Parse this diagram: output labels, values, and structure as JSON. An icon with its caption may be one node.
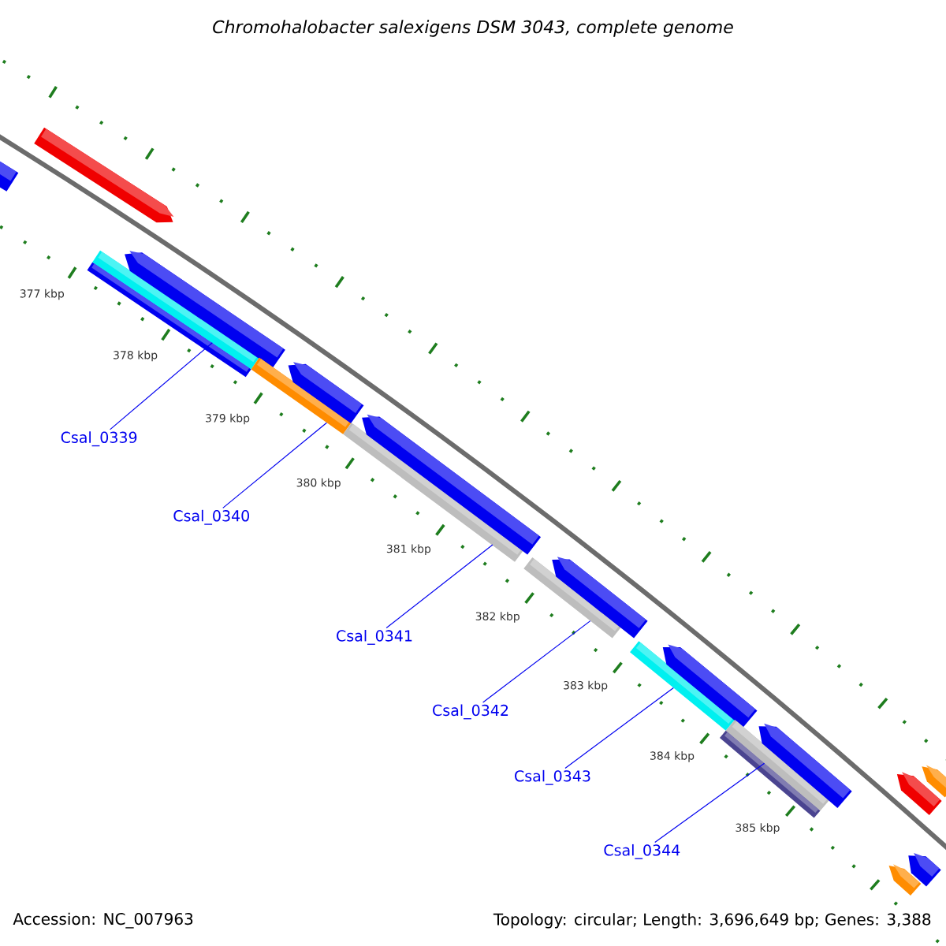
{
  "diagram": {
    "title": "Chromohalobacter salexigens DSM 3043, complete genome",
    "nodes": [
      {
        "text": [
          "Csal_0339"
        ]
      },
      {
        "text": [
          "Csal_0340"
        ]
      },
      {
        "text": [
          "Csal_0341"
        ]
      },
      {
        "text": [
          "Csal_0342"
        ]
      },
      {
        "text": [
          "Csal_0343"
        ]
      },
      {
        "text": [
          "Csal_0344"
        ]
      },
      {
        "text": [],
        "shape": "bar"
      },
      {
        "text": [],
        "shape": "bar"
      },
      {
        "text": [],
        "shape": "bar"
      },
      {
        "text": [],
        "shape": "bar"
      },
      {
        "text": [],
        "shape": "bar"
      },
      {
        "text": [],
        "shape": "bar"
      },
      {
        "text": [],
        "shape": "bar"
      },
      {
        "text": [],
        "shape": "bar"
      },
      {
        "text": [],
        "shape": "bar"
      },
      {
        "text": [],
        "shape": "bar"
      },
      {
        "text": [],
        "shape": "bar"
      },
      {
        "text": [],
        "shape": "bar"
      },
      {
        "text": [],
        "shape": "bar"
      },
      {
        "text": [],
        "shape": "bar"
      },
      {
        "text": [],
        "shape": "bar"
      },
      {
        "text": [],
        "shape": "bar"
      },
      {
        "text": [],
        "shape": "bar"
      },
      {
        "text": [],
        "shape": "bar"
      },
      {
        "text": [],
        "shape": "bar"
      },
      {
        "text": [],
        "shape": "bar"
      }
    ],
    "edges": [
      {
        "from": 0,
        "to": 8,
        "arrow": "none"
      },
      {
        "from": 1,
        "to": 11,
        "arrow": "none"
      },
      {
        "from": 2,
        "to": 13,
        "arrow": "none"
      },
      {
        "from": 3,
        "to": 15,
        "arrow": "none"
      },
      {
        "from": 4,
        "to": 17,
        "arrow": "none"
      },
      {
        "from": 5,
        "to": 19,
        "arrow": "none"
      }
    ],
    "labels": [
      "377 kbp",
      "378 kbp",
      "379 kbp",
      "380 kbp",
      "381 kbp",
      "382 kbp",
      "383 kbp",
      "384 kbp",
      "385 kbp",
      "Accession: NC_007963",
      "Topology: circular; Length: 3,696,649 bp; Genes: 3,388"
    ]
  }
}
